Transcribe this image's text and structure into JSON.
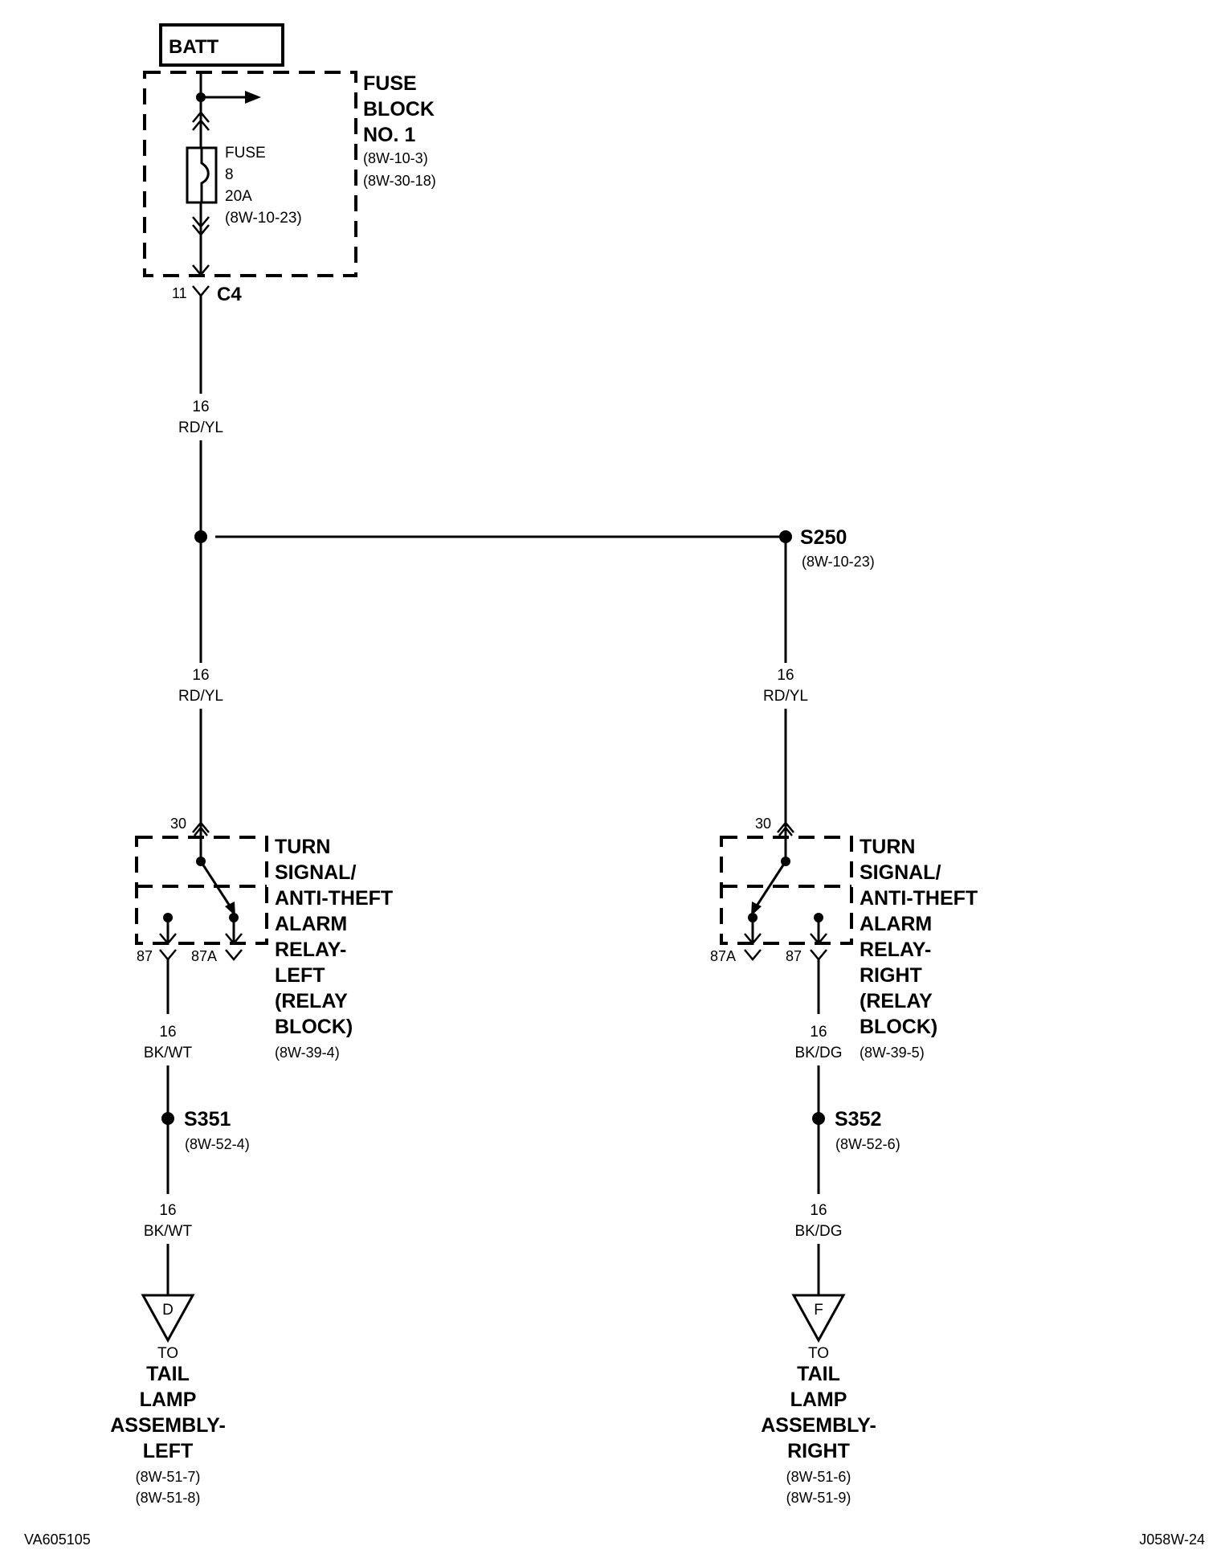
{
  "batt": {
    "label": "BATT"
  },
  "fuse_block": {
    "title": [
      "FUSE",
      "BLOCK",
      "NO. 1"
    ],
    "refs": [
      "(8W-10-3)",
      "(8W-30-18)"
    ]
  },
  "fuse": {
    "lines": [
      "FUSE",
      "8",
      "20A",
      "(8W-10-23)"
    ]
  },
  "connector_c4": {
    "pin": "11",
    "name": "C4"
  },
  "wires": {
    "main": {
      "gauge": "16",
      "color": "RD/YL"
    },
    "left_feed": {
      "gauge": "16",
      "color": "RD/YL"
    },
    "right_feed": {
      "gauge": "16",
      "color": "RD/YL"
    },
    "left_out_1": {
      "gauge": "16",
      "color": "BK/WT"
    },
    "left_out_2": {
      "gauge": "16",
      "color": "BK/WT"
    },
    "right_out_1": {
      "gauge": "16",
      "color": "BK/DG"
    },
    "right_out_2": {
      "gauge": "16",
      "color": "BK/DG"
    }
  },
  "splices": {
    "s250": {
      "name": "S250",
      "ref": "(8W-10-23)"
    },
    "s351": {
      "name": "S351",
      "ref": "(8W-52-4)"
    },
    "s352": {
      "name": "S352",
      "ref": "(8W-52-6)"
    }
  },
  "relay_left": {
    "title": [
      "TURN",
      "SIGNAL/",
      "ANTI-THEFT",
      "ALARM",
      "RELAY-",
      "LEFT",
      "(RELAY",
      "BLOCK)"
    ],
    "ref": "(8W-39-4)",
    "pins": {
      "in": "30",
      "no": "87",
      "nc": "87A"
    }
  },
  "relay_right": {
    "title": [
      "TURN",
      "SIGNAL/",
      "ANTI-THEFT",
      "ALARM",
      "RELAY-",
      "RIGHT",
      "(RELAY",
      "BLOCK)"
    ],
    "ref": "(8W-39-5)",
    "pins": {
      "in": "30",
      "no": "87",
      "nc": "87A"
    }
  },
  "dest_left": {
    "letter": "D",
    "to": "TO",
    "title": [
      "TAIL",
      "LAMP",
      "ASSEMBLY-",
      "LEFT"
    ],
    "refs": [
      "(8W-51-7)",
      "(8W-51-8)"
    ]
  },
  "dest_right": {
    "letter": "F",
    "to": "TO",
    "title": [
      "TAIL",
      "LAMP",
      "ASSEMBLY-",
      "RIGHT"
    ],
    "refs": [
      "(8W-51-6)",
      "(8W-51-9)"
    ]
  },
  "footer": {
    "left": "VA605105",
    "right": "J058W-24"
  }
}
